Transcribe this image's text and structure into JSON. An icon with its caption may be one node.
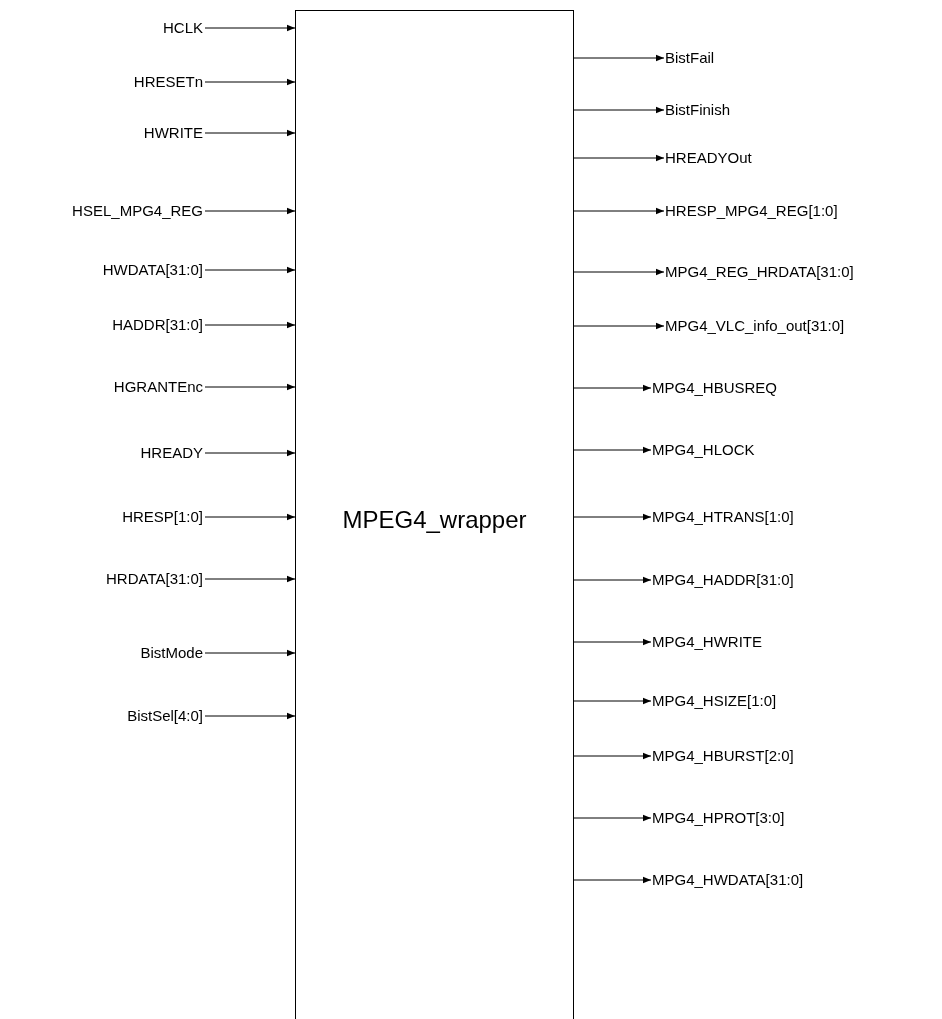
{
  "diagram": {
    "nodes": [
      {
        "text": [
          "MPEG4_wrapper"
        ]
      },
      {
        "text": [
          "HCLK"
        ]
      },
      {
        "text": [
          "HRESETn"
        ]
      },
      {
        "text": [
          "HWRITE"
        ]
      },
      {
        "text": [
          "HSEL_MPG4_REG"
        ]
      },
      {
        "text": [
          "HWDATA[31:0]"
        ]
      },
      {
        "text": [
          "HADDR[31:0]"
        ]
      },
      {
        "text": [
          "HGRANTEnc"
        ]
      },
      {
        "text": [
          "HREADY"
        ]
      },
      {
        "text": [
          "HRESP[1:0]"
        ]
      },
      {
        "text": [
          "HRDATA[31:0]"
        ]
      },
      {
        "text": [
          "BistMode"
        ]
      },
      {
        "text": [
          "BistSel[4:0]"
        ]
      },
      {
        "text": [
          "BistFail"
        ]
      },
      {
        "text": [
          "BistFinish"
        ]
      },
      {
        "text": [
          "HREADYOut"
        ]
      },
      {
        "text": [
          "HRESP_MPG4_REG[1:0]"
        ]
      },
      {
        "text": [
          "MPG4_REG_HRDATA[31:0]"
        ]
      },
      {
        "text": [
          "MPG4_VLC_info_out[31:0]"
        ]
      },
      {
        "text": [
          "MPG4_HBUSREQ"
        ]
      },
      {
        "text": [
          "MPG4_HLOCK"
        ]
      },
      {
        "text": [
          "MPG4_HTRANS[1:0]"
        ]
      },
      {
        "text": [
          "MPG4_HADDR[31:0]"
        ]
      },
      {
        "text": [
          "MPG4_HWRITE"
        ]
      },
      {
        "text": [
          "MPG4_HSIZE[1:0]"
        ]
      },
      {
        "text": [
          "MPG4_HBURST[2:0]"
        ]
      },
      {
        "text": [
          "MPG4_HPROT[3:0]"
        ]
      },
      {
        "text": [
          "MPG4_HWDATA[31:0]"
        ]
      }
    ],
    "edges": [
      {
        "from": 1,
        "to": 0,
        "arrow": "to"
      },
      {
        "from": 2,
        "to": 0,
        "arrow": "to"
      },
      {
        "from": 3,
        "to": 0,
        "arrow": "to"
      },
      {
        "from": 4,
        "to": 0,
        "arrow": "to"
      },
      {
        "from": 5,
        "to": 0,
        "arrow": "to"
      },
      {
        "from": 6,
        "to": 0,
        "arrow": "to"
      },
      {
        "from": 7,
        "to": 0,
        "arrow": "to"
      },
      {
        "from": 8,
        "to": 0,
        "arrow": "to"
      },
      {
        "from": 9,
        "to": 0,
        "arrow": "to"
      },
      {
        "from": 10,
        "to": 0,
        "arrow": "to"
      },
      {
        "from": 11,
        "to": 0,
        "arrow": "to"
      },
      {
        "from": 12,
        "to": 0,
        "arrow": "to"
      },
      {
        "from": 0,
        "to": 13,
        "arrow": "to"
      },
      {
        "from": 0,
        "to": 14,
        "arrow": "to"
      },
      {
        "from": 0,
        "to": 15,
        "arrow": "to"
      },
      {
        "from": 0,
        "to": 16,
        "arrow": "to"
      },
      {
        "from": 0,
        "to": 17,
        "arrow": "to"
      },
      {
        "from": 0,
        "to": 18,
        "arrow": "to"
      },
      {
        "from": 0,
        "to": 19,
        "arrow": "to"
      },
      {
        "from": 0,
        "to": 20,
        "arrow": "to"
      },
      {
        "from": 0,
        "to": 21,
        "arrow": "to"
      },
      {
        "from": 0,
        "to": 22,
        "arrow": "to"
      },
      {
        "from": 0,
        "to": 23,
        "arrow": "to"
      },
      {
        "from": 0,
        "to": 24,
        "arrow": "to"
      },
      {
        "from": 0,
        "to": 25,
        "arrow": "to"
      },
      {
        "from": 0,
        "to": 26,
        "arrow": "to"
      },
      {
        "from": 0,
        "to": 27,
        "arrow": "to"
      }
    ]
  }
}
